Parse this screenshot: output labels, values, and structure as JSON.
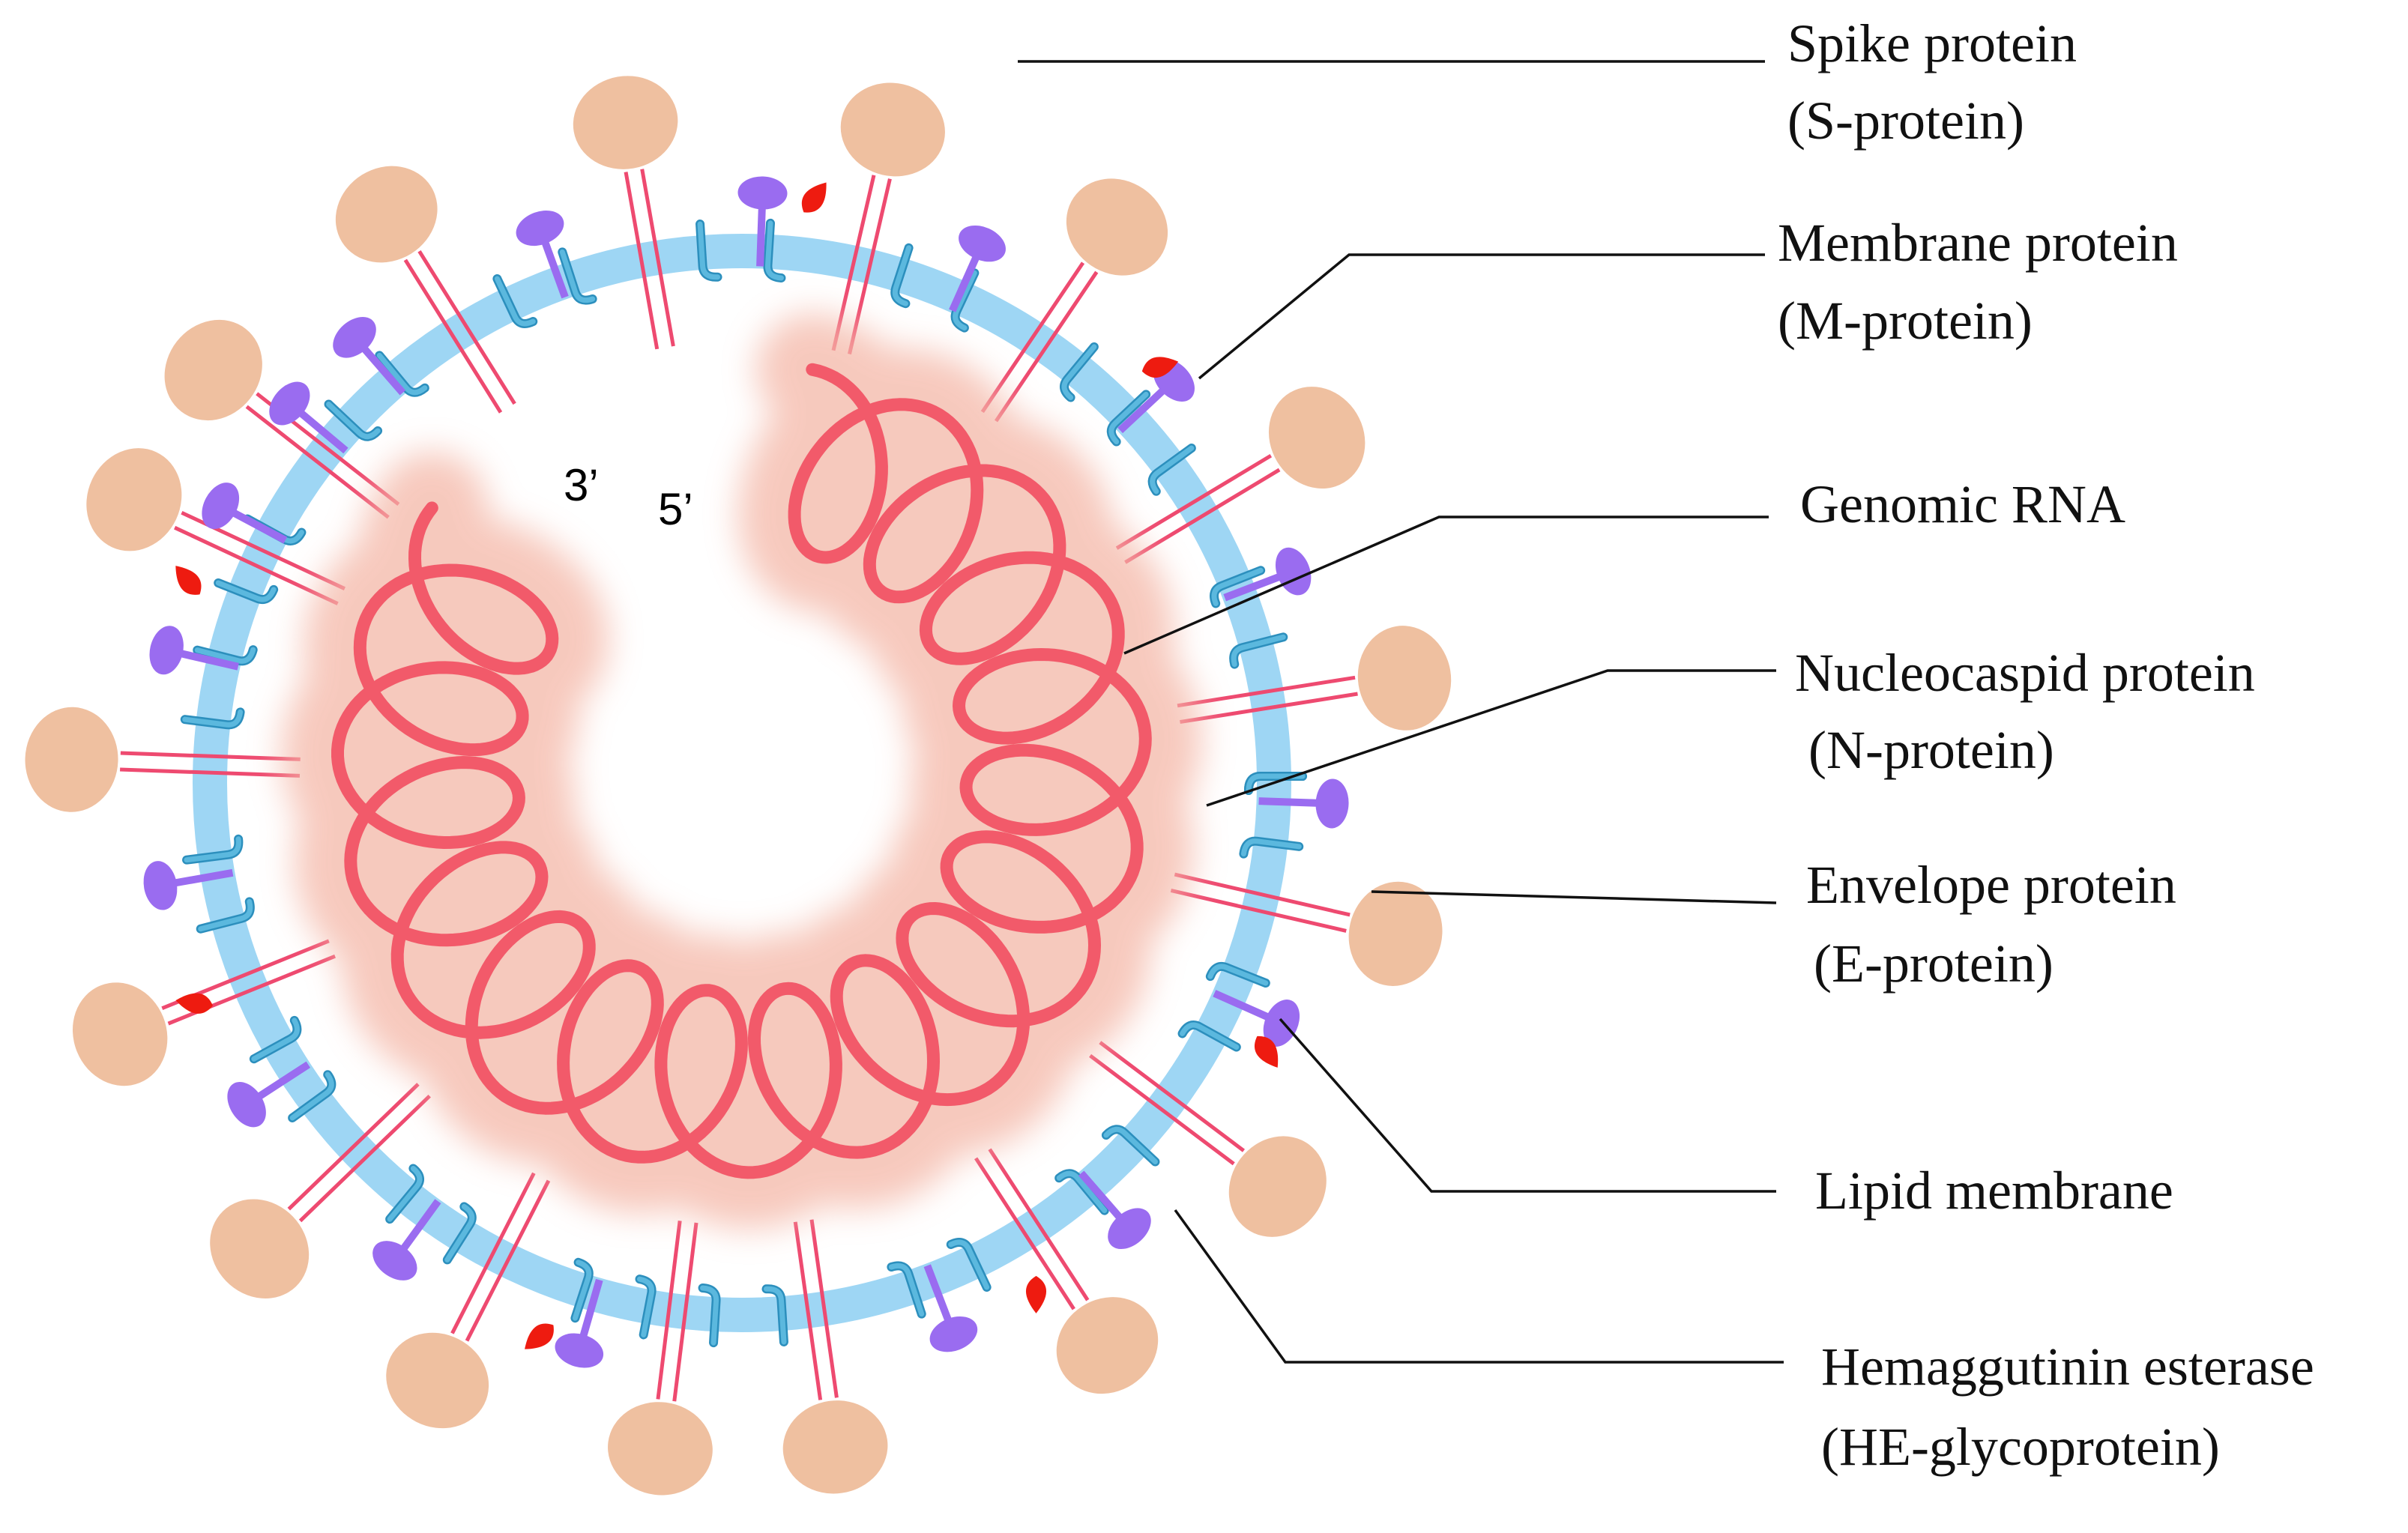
{
  "labels": {
    "spike": {
      "line1": "Spike protein",
      "line2": "(S-protein)"
    },
    "membrane": {
      "line1": "Membrane protein",
      "line2": "(M-protein)"
    },
    "rna": {
      "line1": "Genomic RNA"
    },
    "nucleocapsid": {
      "line1": "Nucleocaspid protein",
      "line2": "(N-protein)"
    },
    "envelope": {
      "line1": "Envelope protein",
      "line2": "(E-protein)"
    },
    "lipid": {
      "line1": "Lipid membrane"
    },
    "he": {
      "line1": "Hemaggutinin esterase",
      "line2": "(HE-glycoprotein)"
    }
  },
  "rna_ends": {
    "three_prime": "3’",
    "five_prime": "5’"
  },
  "colors": {
    "spike_head": "#EFC0A0",
    "spike_stalk": "#EE4A70",
    "lipid_membrane": "#9ED6F4",
    "membrane_protein": "#5BB8DE",
    "envelope_protein": "#9A6CF0",
    "he_glycoprotein": "#EE1B10",
    "genomic_rna": "#F25A6A",
    "nucleocapsid_glow": "#F4B7A7"
  }
}
